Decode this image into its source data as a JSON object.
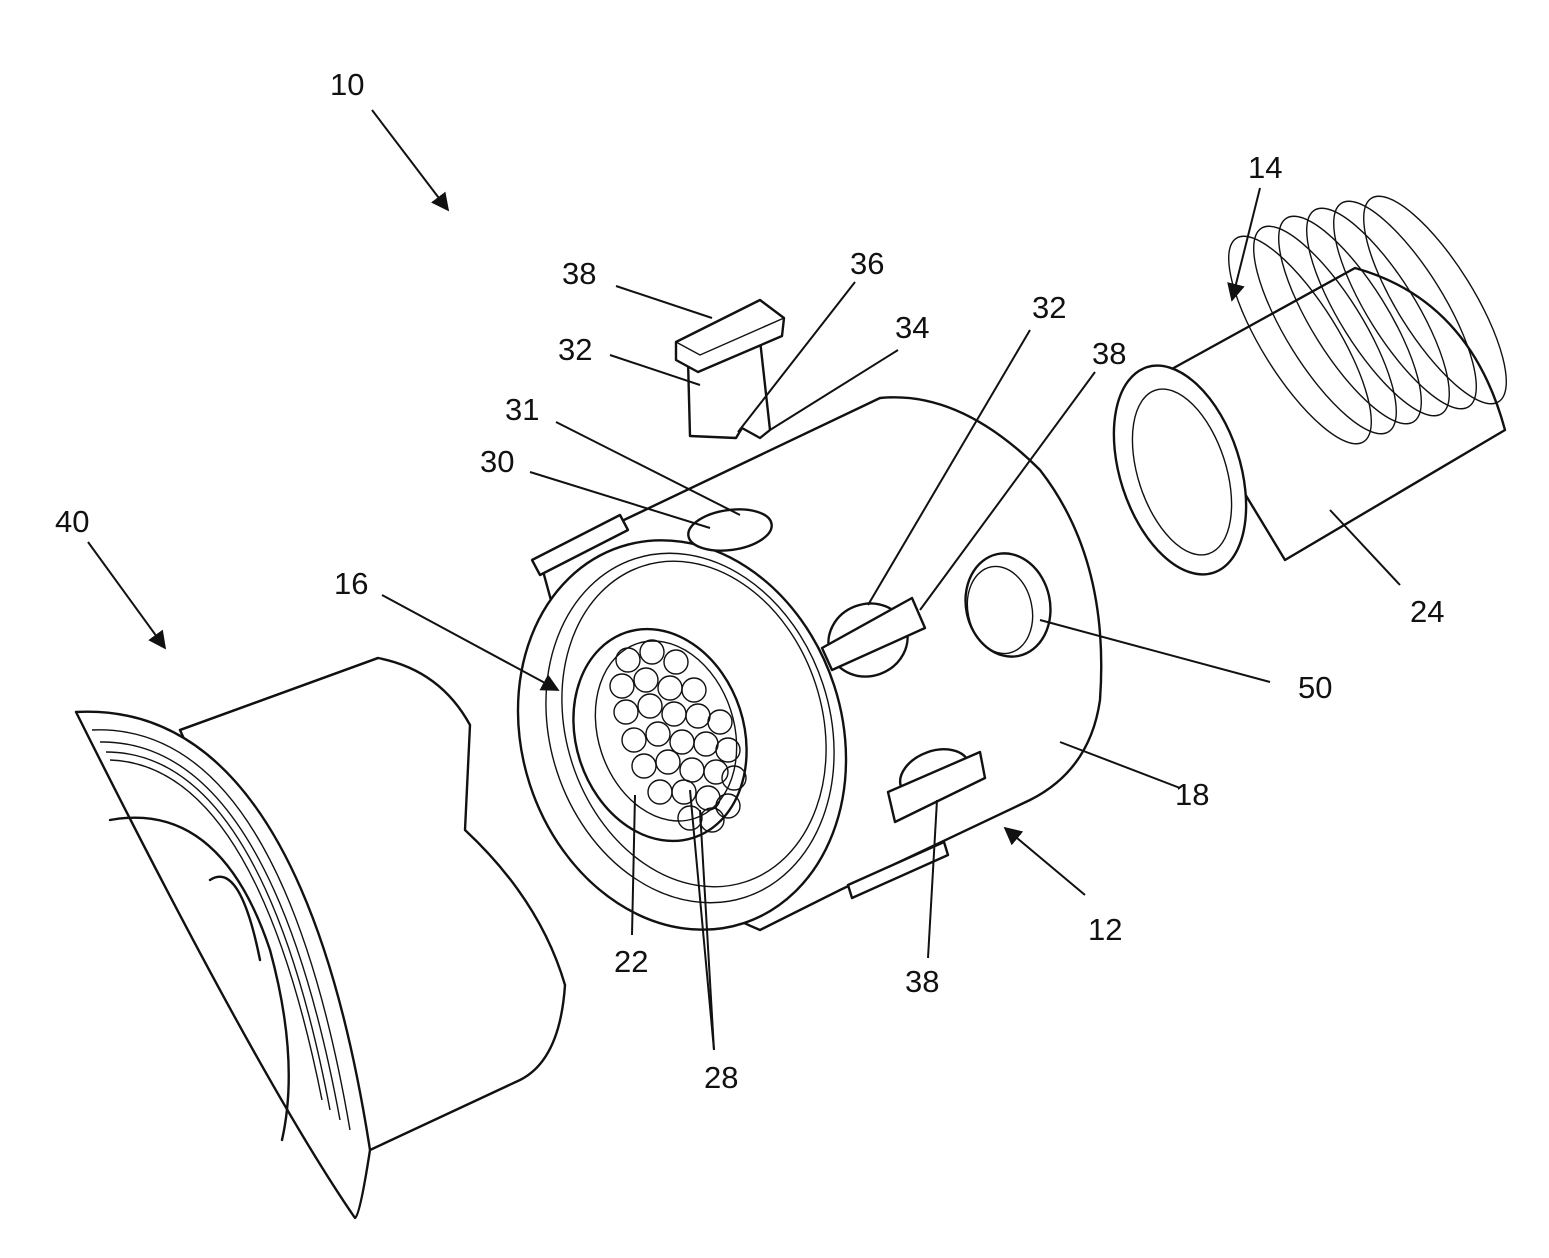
{
  "figure": {
    "colors": {
      "ink": "#111111",
      "paper": "#ffffff"
    },
    "labels": {
      "assembly": "10",
      "body": "12",
      "screw": "14",
      "front_arrow": "16",
      "side_face": "18",
      "inner_ring": "22",
      "thread": "24",
      "balls": "28",
      "hole_30": "30",
      "hole_31": "31",
      "pin_top": "32",
      "pin_top_head": "38",
      "pin_tip_36": "36",
      "pin_tip_34": "34",
      "pin_side": "32",
      "pin_side_head": "38",
      "pin_bottom_head": "38",
      "cap": "40",
      "side_port": "50"
    }
  }
}
